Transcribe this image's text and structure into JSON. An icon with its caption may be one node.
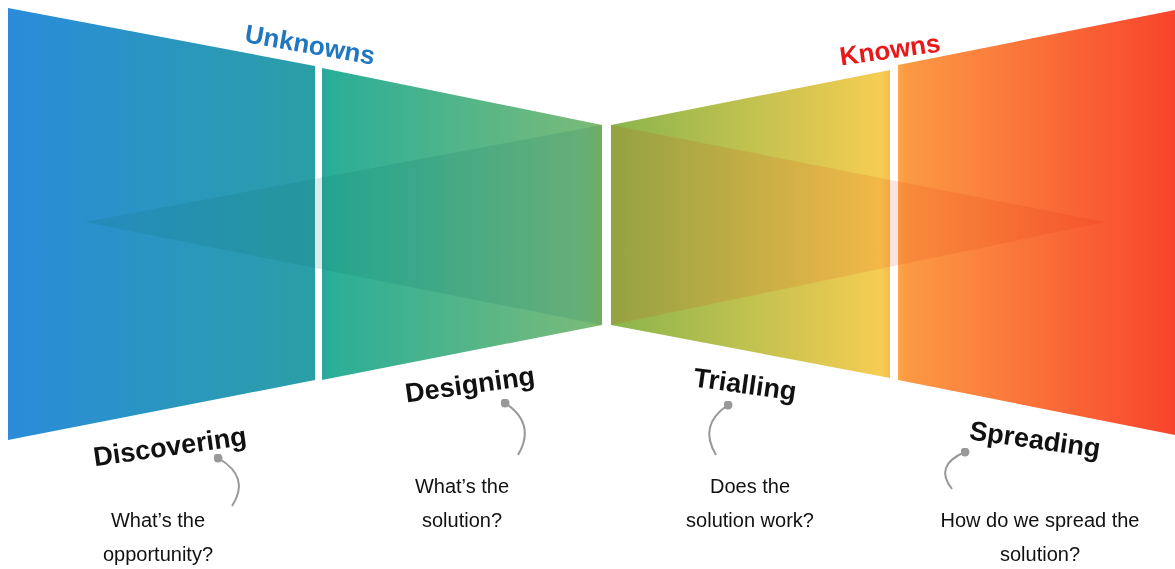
{
  "diagram": {
    "nodes": [
      {
        "text": [
          "Discovering"
        ]
      },
      {
        "text": [
          "Designing"
        ]
      },
      {
        "text": [
          "Trialling"
        ]
      },
      {
        "text": [
          "Spreading"
        ]
      },
      {
        "text": [
          "What’s the opportunity?"
        ]
      },
      {
        "text": [
          "What’s the solution?"
        ]
      },
      {
        "text": [
          "Does the solution work?"
        ]
      },
      {
        "text": [
          "How do we spread the solution?"
        ]
      }
    ],
    "edges": [
      {
        "from": 0,
        "to": 4,
        "arrow": "other"
      },
      {
        "from": 1,
        "to": 5,
        "arrow": "other"
      },
      {
        "from": 2,
        "to": 6,
        "arrow": "other"
      },
      {
        "from": 3,
        "to": 7,
        "arrow": "other"
      }
    ],
    "labels": [
      "Unknowns",
      "Knowns"
    ]
  }
}
